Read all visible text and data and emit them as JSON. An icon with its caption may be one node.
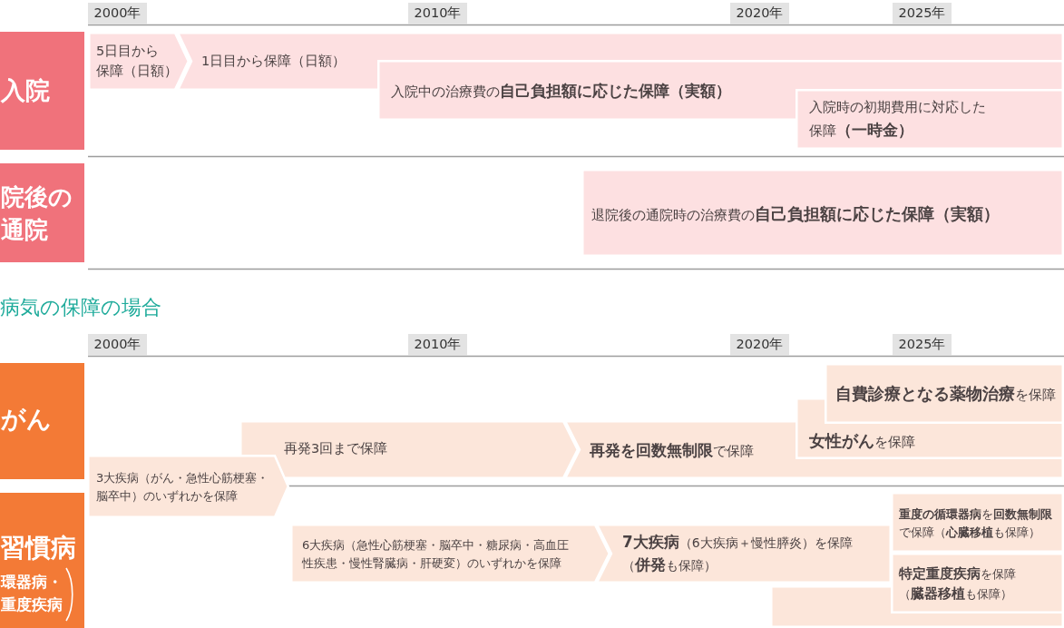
{
  "diagram": {
    "nodes": [
      {
        "text": [
          "2000年"
        ]
      },
      {
        "text": [
          "2010年"
        ]
      },
      {
        "text": [
          "2020年"
        ]
      },
      {
        "text": [
          "2025年"
        ]
      },
      {
        "text": [
          "入院"
        ]
      },
      {
        "text": [
          "5日目から保障（日額）"
        ]
      },
      {
        "text": [
          "1日目から保障（日額）"
        ]
      },
      {
        "text": [
          "入院中の治療費の**自己負担額に応じた保障（実額）**"
        ]
      },
      {
        "text": [
          "入院時の初期費用に対応した保障**（一時金）**"
        ]
      },
      {
        "text": [
          "院後の通院"
        ]
      },
      {
        "text": [
          "退院後の通院時の治療費の**自己負担額に応じた保障（実額）**"
        ]
      },
      {
        "text": [
          "2000年"
        ]
      },
      {
        "text": [
          "2010年"
        ]
      },
      {
        "text": [
          "2020年"
        ]
      },
      {
        "text": [
          "2025年"
        ]
      },
      {
        "text": [
          "がん"
        ]
      },
      {
        "text": [
          "**自費診療となる薬物治療**を保障"
        ]
      },
      {
        "text": [
          "**女性がん**を保障"
        ]
      },
      {
        "text": [
          "再発3回まで保障"
        ]
      },
      {
        "text": [
          "**再発を回数無制限**で保障"
        ]
      },
      {
        "text": [
          "3大疾病（がん・急性心筋梗塞・脳卒中）のいずれかを保障"
        ]
      },
      {
        "text": [
          "習慣病",
          "環器病・重度疾病"
        ]
      },
      {
        "text": [
          "**重度の循環器病**を**回数無制限**で保障（**心臓移植**も保障）"
        ]
      },
      {
        "text": [
          "6大疾病（急性心筋梗塞・脳卒中・糖尿病・高血圧性疾患・慢性腎臓病・肝硬変）のいずれかを保障"
        ]
      },
      {
        "text": [
          "**7大疾病**（6大疾病＋慢性膵炎）を保障（**併発**も保障）"
        ]
      },
      {
        "text": [
          "**特定重度疾病**を保障（**臓器移植**も保障）"
        ]
      },
      {
        "text": [],
        "shape": "box"
      }
    ],
    "labels": [
      "病気の保障の場合"
    ]
  }
}
